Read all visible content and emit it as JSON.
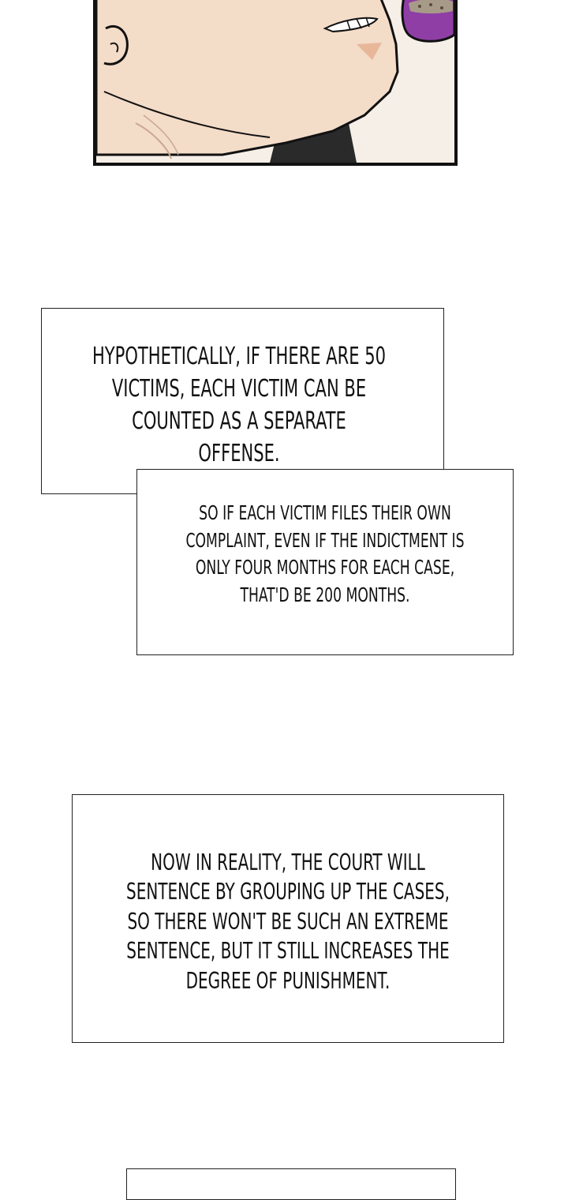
{
  "captions": {
    "caption_1": "Hypothetically, if there are 50 victims, each victim can be counted as a separate offense.",
    "caption_2": "So if each victim files their own complaint, even if the indictment is only four months for each case, that'd be 200 months.",
    "caption_3": "Now in reality, the court will sentence by grouping up the cases, so there won't be such an extreme sentence, but it still increases the degree of punishment.",
    "caption_4": ""
  },
  "colors": {
    "skin": "#f3dcc8",
    "skin_shadow": "#e8b79a",
    "outline": "#111111",
    "cup_purple": "#8f3ea6",
    "background": "#ffffff"
  }
}
